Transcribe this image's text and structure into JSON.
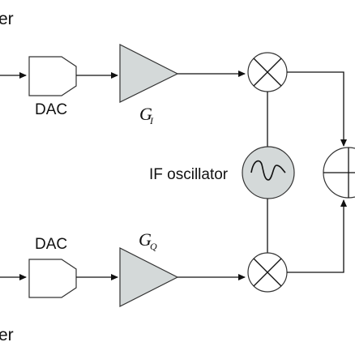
{
  "labels": {
    "top_fragment": "er",
    "bottom_fragment": "er",
    "dac_top": "DAC",
    "dac_bottom": "DAC",
    "gain_i_base": "G",
    "gain_i_sub": "I",
    "gain_q_base": "G",
    "gain_q_sub": "Q",
    "if_oscillator": "IF oscillator"
  },
  "colors": {
    "amplifier_fill": "#d4d9d9",
    "oscillator_fill": "#d4d9d9",
    "line": "#111111"
  }
}
